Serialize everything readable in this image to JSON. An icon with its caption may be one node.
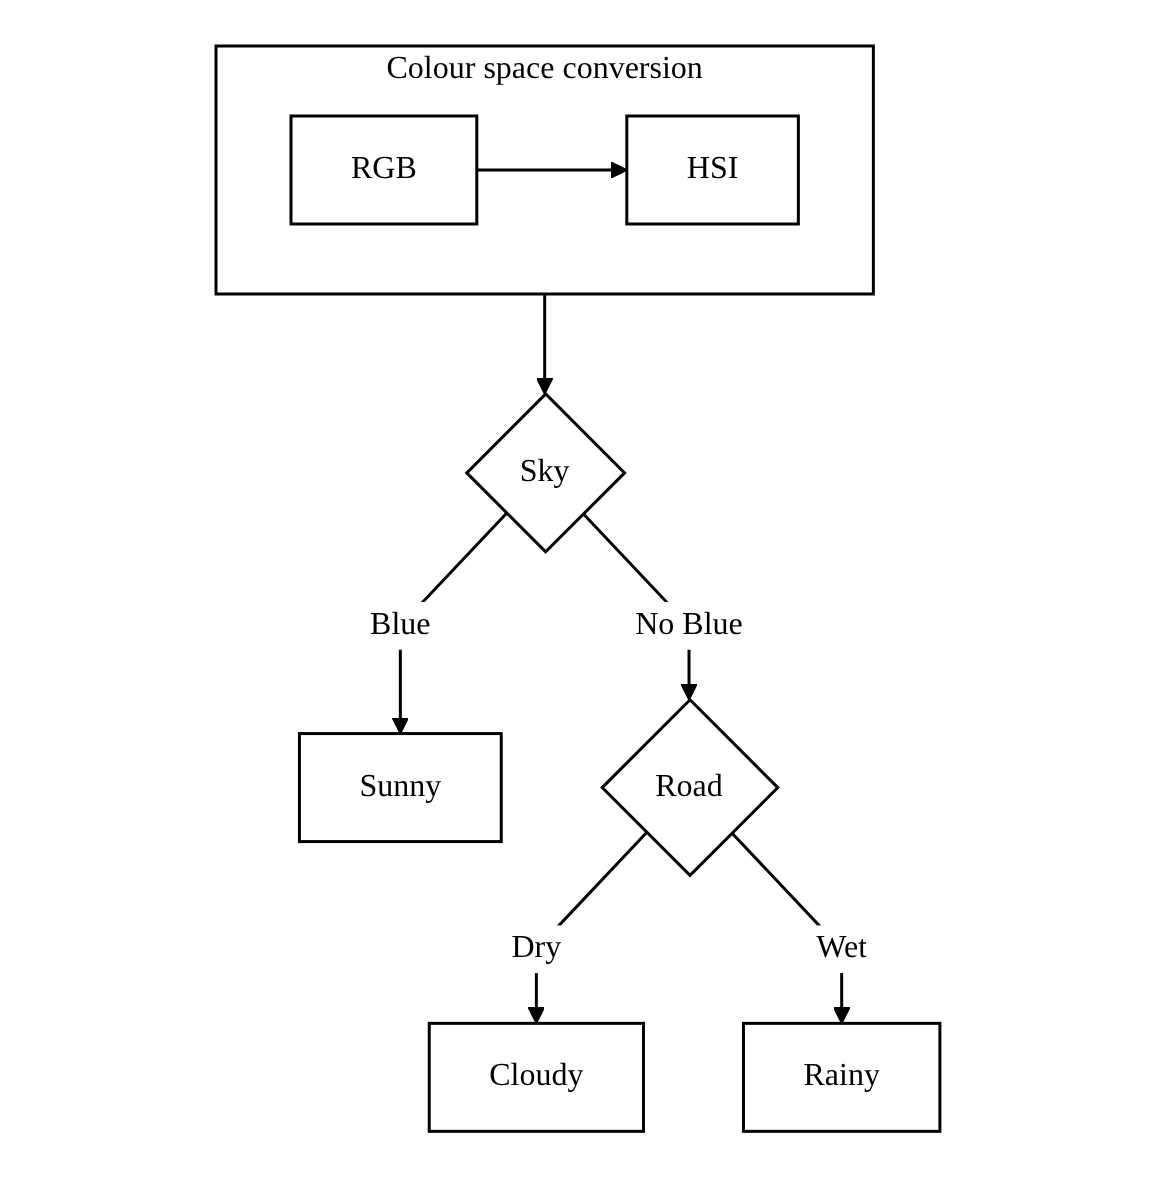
{
  "diagram": {
    "nodes": [
      {
        "text": [
          "Colour space conversion"
        ]
      },
      {
        "text": [
          "RGB"
        ],
        "in": 0
      },
      {
        "text": [
          "HSI"
        ],
        "in": 0
      },
      {
        "text": [
          "Sky"
        ]
      },
      {
        "text": [
          "Sunny"
        ]
      },
      {
        "text": [
          "Road"
        ]
      },
      {
        "text": [
          "Cloudy"
        ]
      },
      {
        "text": [
          "Rainy"
        ]
      }
    ],
    "edges": [
      {
        "from": 1,
        "to": 2,
        "arrow": "to"
      },
      {
        "from": 0,
        "to": 3,
        "arrow": "to"
      },
      {
        "from": 3,
        "to": 4,
        "arrow": "to",
        "label": "Blue"
      },
      {
        "from": 3,
        "to": 5,
        "arrow": "to",
        "label": "No Blue"
      },
      {
        "from": 5,
        "to": 6,
        "arrow": "to",
        "label": "Dry"
      },
      {
        "from": 5,
        "to": 7,
        "arrow": "to",
        "label": "Wet"
      }
    ]
  }
}
